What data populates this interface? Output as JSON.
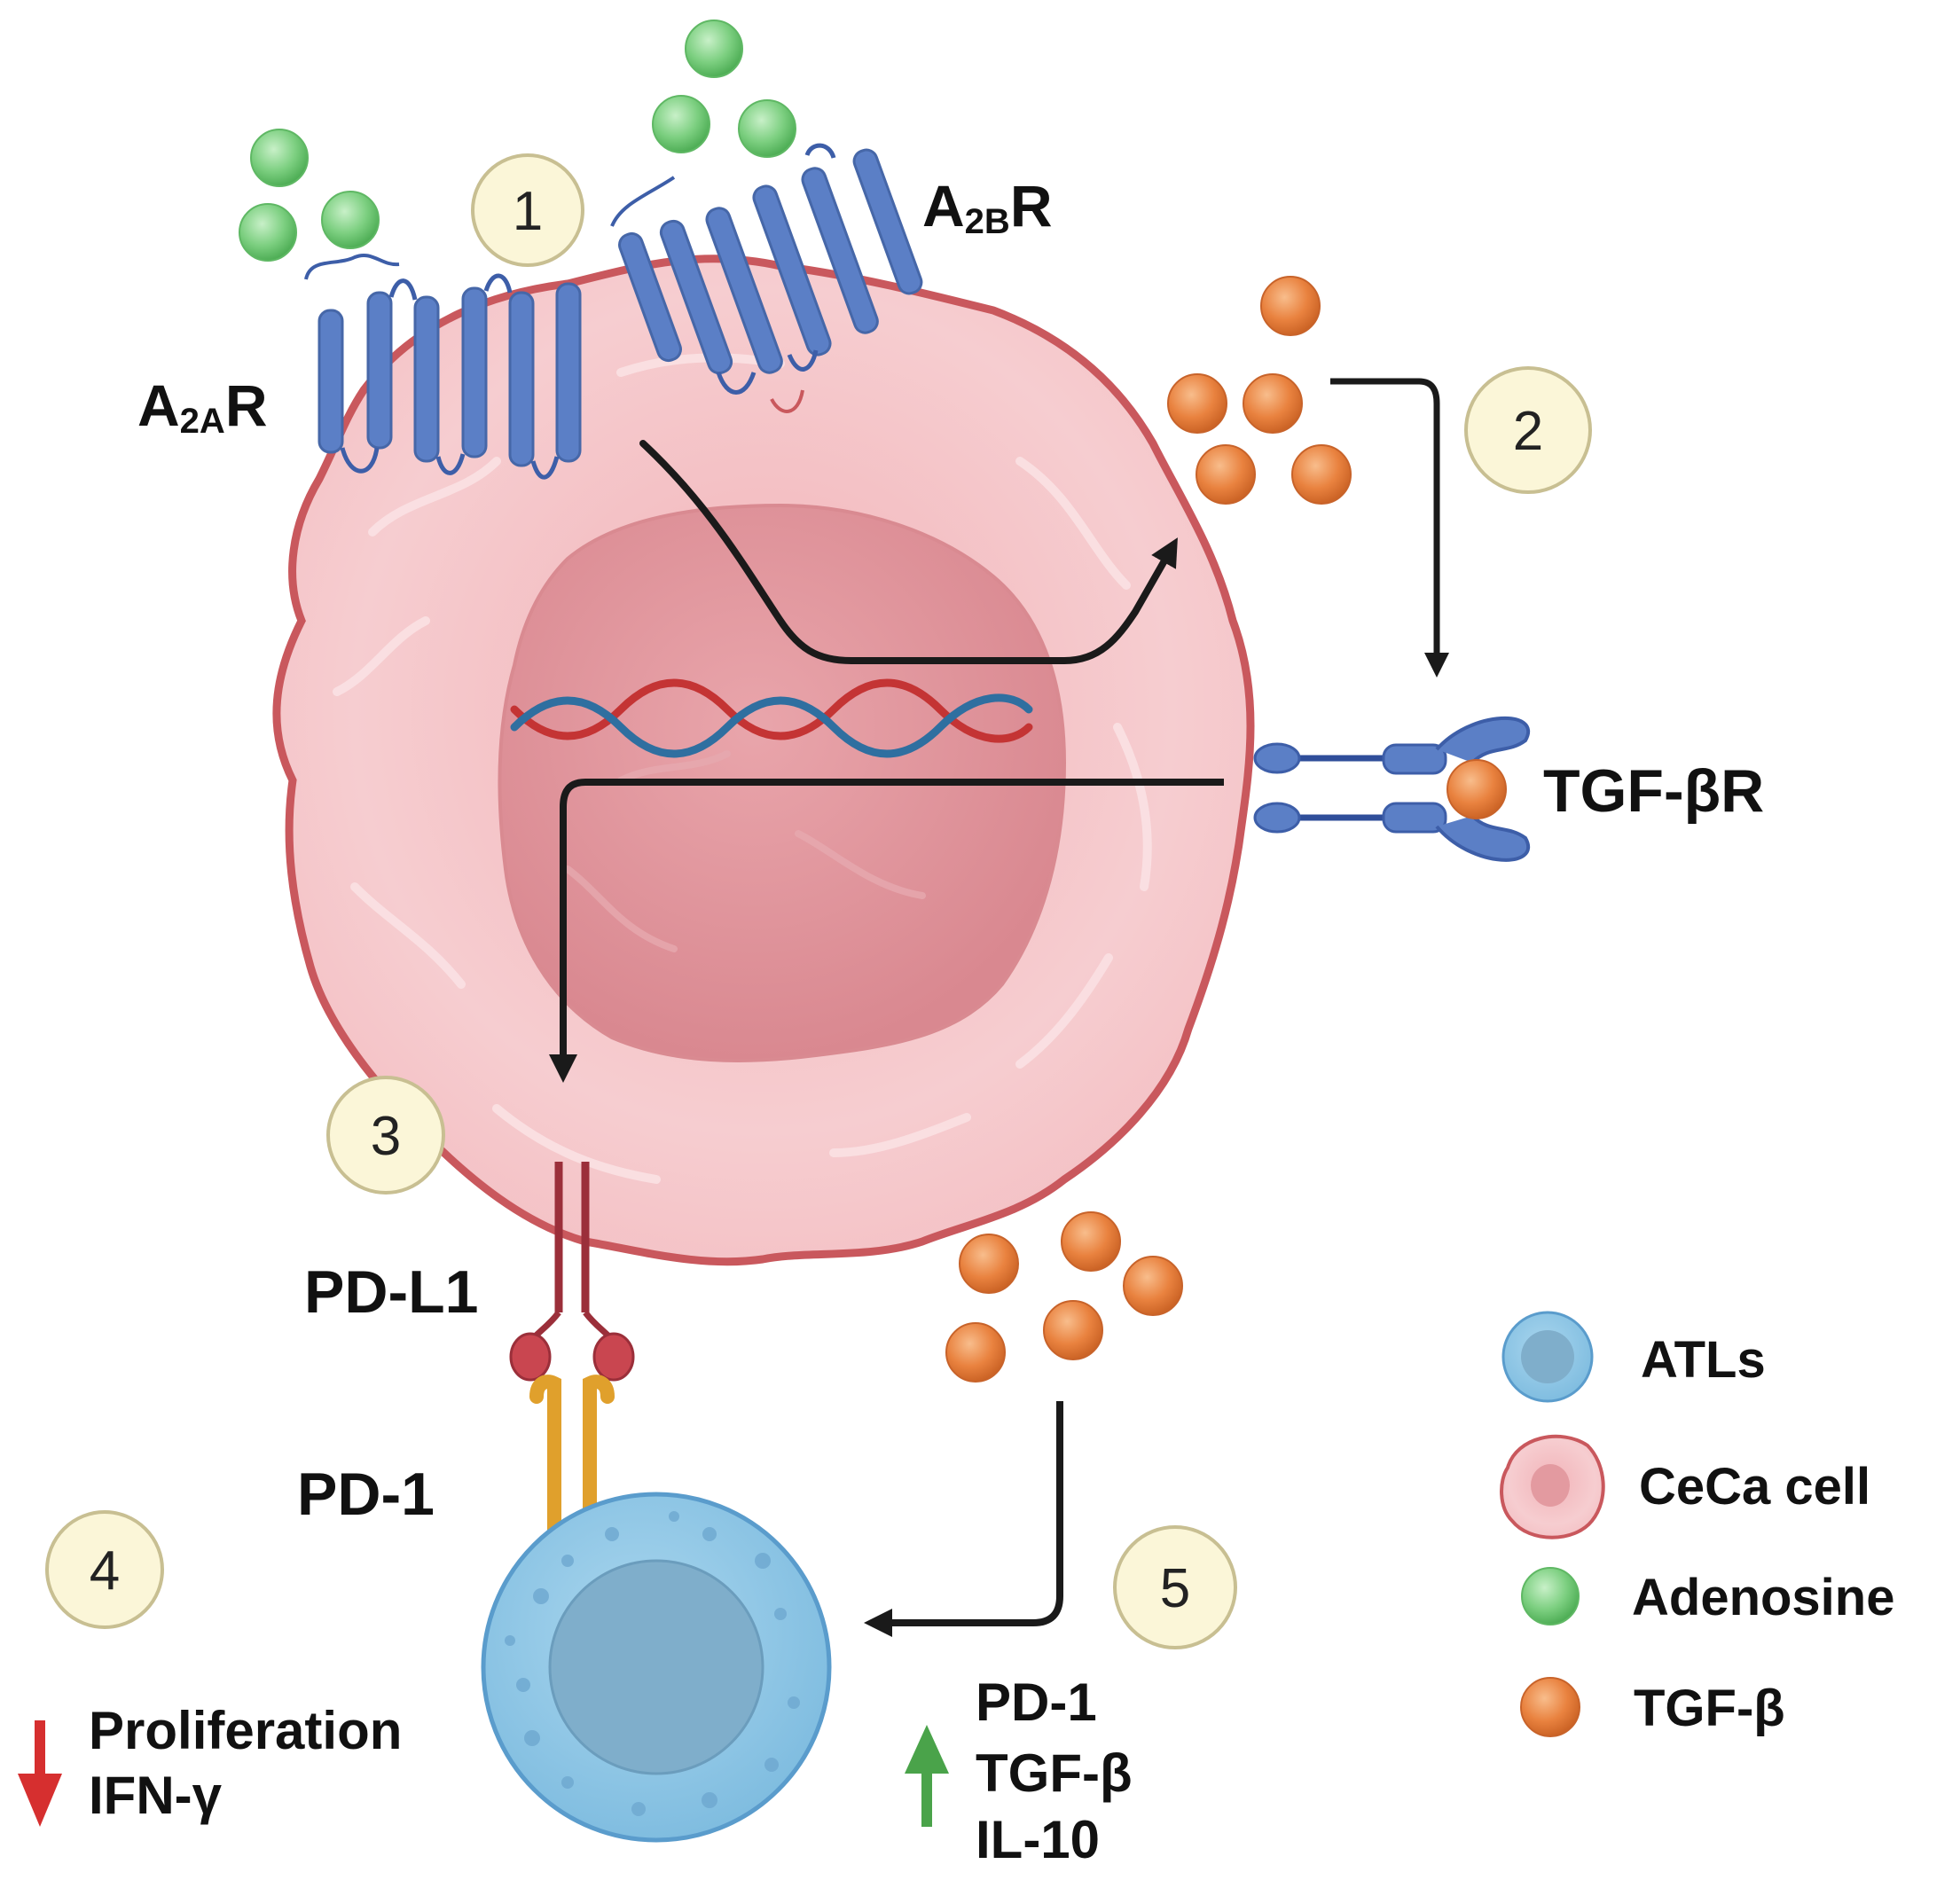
{
  "labels": {
    "a2ar_main": "A",
    "a2ar_sub": "2A",
    "a2ar_tail": "R",
    "a2br_main": "A",
    "a2br_sub": "2B",
    "a2br_tail": "R",
    "tgfbr": "TGF-βR",
    "pdl1": "PD-L1",
    "pd1": "PD-1"
  },
  "steps": [
    "1",
    "2",
    "3",
    "4",
    "5"
  ],
  "effects_down": [
    "Proliferation",
    "IFN-γ"
  ],
  "effects_up": [
    "PD-1",
    "TGF-β",
    "IL-10"
  ],
  "legend": [
    {
      "icon": "atl-cell-icon",
      "label": "ATLs"
    },
    {
      "icon": "ceca-cell-icon",
      "label": "CeCa cell"
    },
    {
      "icon": "adenosine-icon",
      "label": "Adenosine"
    },
    {
      "icon": "tgfb-icon",
      "label": "TGF-β"
    }
  ],
  "colors": {
    "cell_fill": "#f4c5c8",
    "cell_edge": "#d26a6e",
    "nucleus": "#e39aa0",
    "receptor": "#5b7fc6",
    "adenosine": "#7ccf80",
    "tgfb": "#e9823f",
    "atl": "#8ec5e3",
    "step_circle": "#fbf6d8",
    "arrow_down": "#d62f2f",
    "arrow_up": "#4aa34a"
  }
}
